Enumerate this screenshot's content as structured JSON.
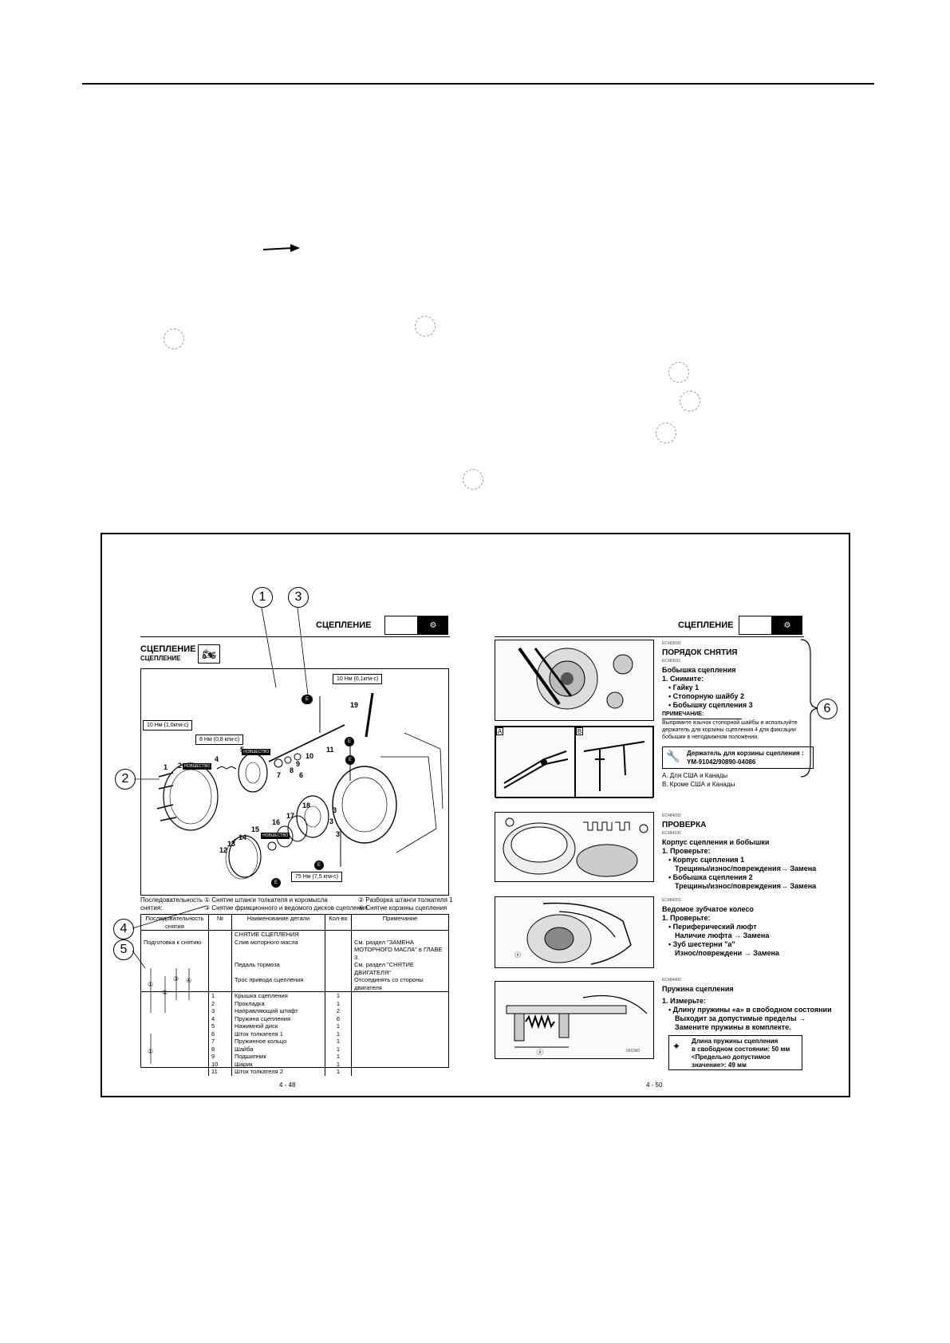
{
  "left_page": {
    "header_title": "СЦЕПЛЕНИЕ",
    "section_title": "СЦЕПЛЕНИЕ",
    "section_subtitle": "СЦЕПЛЕНИЕ",
    "callouts": [
      "1",
      "2",
      "3",
      "4",
      "5"
    ],
    "torques": {
      "t1": "10 Нм (0,1кгм-с)",
      "t2": "10 Нм (1,0кгм-с)",
      "t3": "8 Нм (0,8 кгм-с)",
      "t4": "75 Нм (7,5 кгм-с)"
    },
    "new_label": "НОВШЕСТВО",
    "part_numbers": [
      "1",
      "2",
      "3",
      "4",
      "5",
      "6",
      "7",
      "8",
      "9",
      "10",
      "11",
      "12",
      "13",
      "14",
      "15",
      "16",
      "17",
      "18",
      "19",
      "3",
      "3"
    ],
    "sequence_label": "Последовательность снятия:",
    "sequence_items": [
      "① Снятие штанги толкателя и коромысла",
      "② Разборка штанги толкателя 1",
      "③ Снятие фрикционного и ведомого дисков сцепления",
      "④ Снятие корзины сцепления"
    ],
    "table": {
      "headers": [
        "Последовательность снятия",
        "№",
        "Наименование детали",
        "Кол-во",
        "Примечание"
      ],
      "group_title": "СНЯТИЕ СЦЕПЛЕНИЯ",
      "prep_label": "Подготовка к снятию",
      "prep_rows": [
        {
          "name": "Слив моторного масла",
          "note": "См. раздел \"ЗАМЕНА МОТОРНОГО МАСЛА\" в ГЛАВЕ 3."
        },
        {
          "name": "Педаль тормоза",
          "note": "См. раздел \"СНЯТИЕ ДВИГАТЕЛЯ\""
        },
        {
          "name": "Трос привода сцепления",
          "note": "Отсоединять со стороны двигателя"
        }
      ],
      "rows": [
        {
          "no": "1",
          "name": "Крышка сцепления",
          "qty": "1"
        },
        {
          "no": "2",
          "name": "Прокладка",
          "qty": "1"
        },
        {
          "no": "3",
          "name": "Направляющий штифт",
          "qty": "2"
        },
        {
          "no": "4",
          "name": "Пружина сцепления",
          "qty": "6"
        },
        {
          "no": "5",
          "name": "Нажимной диск",
          "qty": "1"
        },
        {
          "no": "6",
          "name": "Шток толкателя 1",
          "qty": "1"
        },
        {
          "no": "7",
          "name": "Пружинное кольцо",
          "qty": "1"
        },
        {
          "no": "8",
          "name": "Шайба",
          "qty": "1"
        },
        {
          "no": "9",
          "name": "Подшипник",
          "qty": "1"
        },
        {
          "no": "10",
          "name": "Шарик",
          "qty": "1"
        },
        {
          "no": "11",
          "name": "Шток толкателя 2",
          "qty": "1"
        }
      ],
      "seq_markers": [
        "①",
        "②",
        "③",
        "④",
        "①"
      ]
    },
    "page_number": "4 - 48"
  },
  "right_page": {
    "header_title": "СЦЕПЛЕНИЕ",
    "callout": "6",
    "removal": {
      "code1": "EC483000",
      "title": "ПОРЯДОК СНЯТИЯ",
      "code2": "EC483011",
      "subtitle": "Бобышка сцепления",
      "step": "1. Снимите:",
      "items": [
        "• Гайку 1",
        "• Стопорную шайбу 2",
        "• Бобышку сцепления 3"
      ],
      "note_title": "ПРИМЕЧАНИЕ:",
      "note_text": "Выпрямите язычок стопорной шайбы и используйте держатель для корзины сцепления 4 для фиксации бобышки в неподвижном положении.",
      "tool_label": "Держатель для корзины сцепления :",
      "tool_code": "YM-91042/90890-04086",
      "variant_a": "A.  Для США и Канады",
      "variant_b": "B.  Кроме США и Канады",
      "photo_labels": [
        "A",
        "B"
      ]
    },
    "inspection": {
      "code1": "EC484000",
      "title": "ПРОВЕРКА",
      "code2": "EC484100",
      "subtitle": "Корпус сцепления и бобышки",
      "step": "1. Проверьте:",
      "items": [
        "• Корпус сцепления 1",
        "Трещины/износ/повреждения→ Замена",
        "• Бобышка сцепления 2",
        "Трещины/износ/повреждения→ Замена"
      ]
    },
    "gear": {
      "code": "EC484201",
      "subtitle": "Ведомое зубчатое колесо",
      "step": "1. Проверьте:",
      "items": [
        "• Периферический люфт",
        "Наличие люфта  →  Замена",
        "• Зуб шестерни \"a\"",
        "Износ/повреждени → Замена"
      ],
      "label_a": "ⓐ"
    },
    "spring": {
      "code": "EC484400",
      "subtitle": "Пружина сцепления",
      "step": "1. Измерьте:",
      "items": [
        "• Длину пружины «a» в свободном состоянии",
        "Выходит за допустимые пределы →",
        "Замените пружины в комплекте."
      ],
      "spec_line1": "Длина пружины сцепления",
      "spec_line2": "в свободном состоянии:   50  мм",
      "spec_line3": "<Предельно допустимое",
      "spec_line4": "значение>:  49  мм",
      "label_a": "ⓐ",
      "photo_code": "5III2Ж0"
    },
    "page_number": "4 - 50"
  }
}
